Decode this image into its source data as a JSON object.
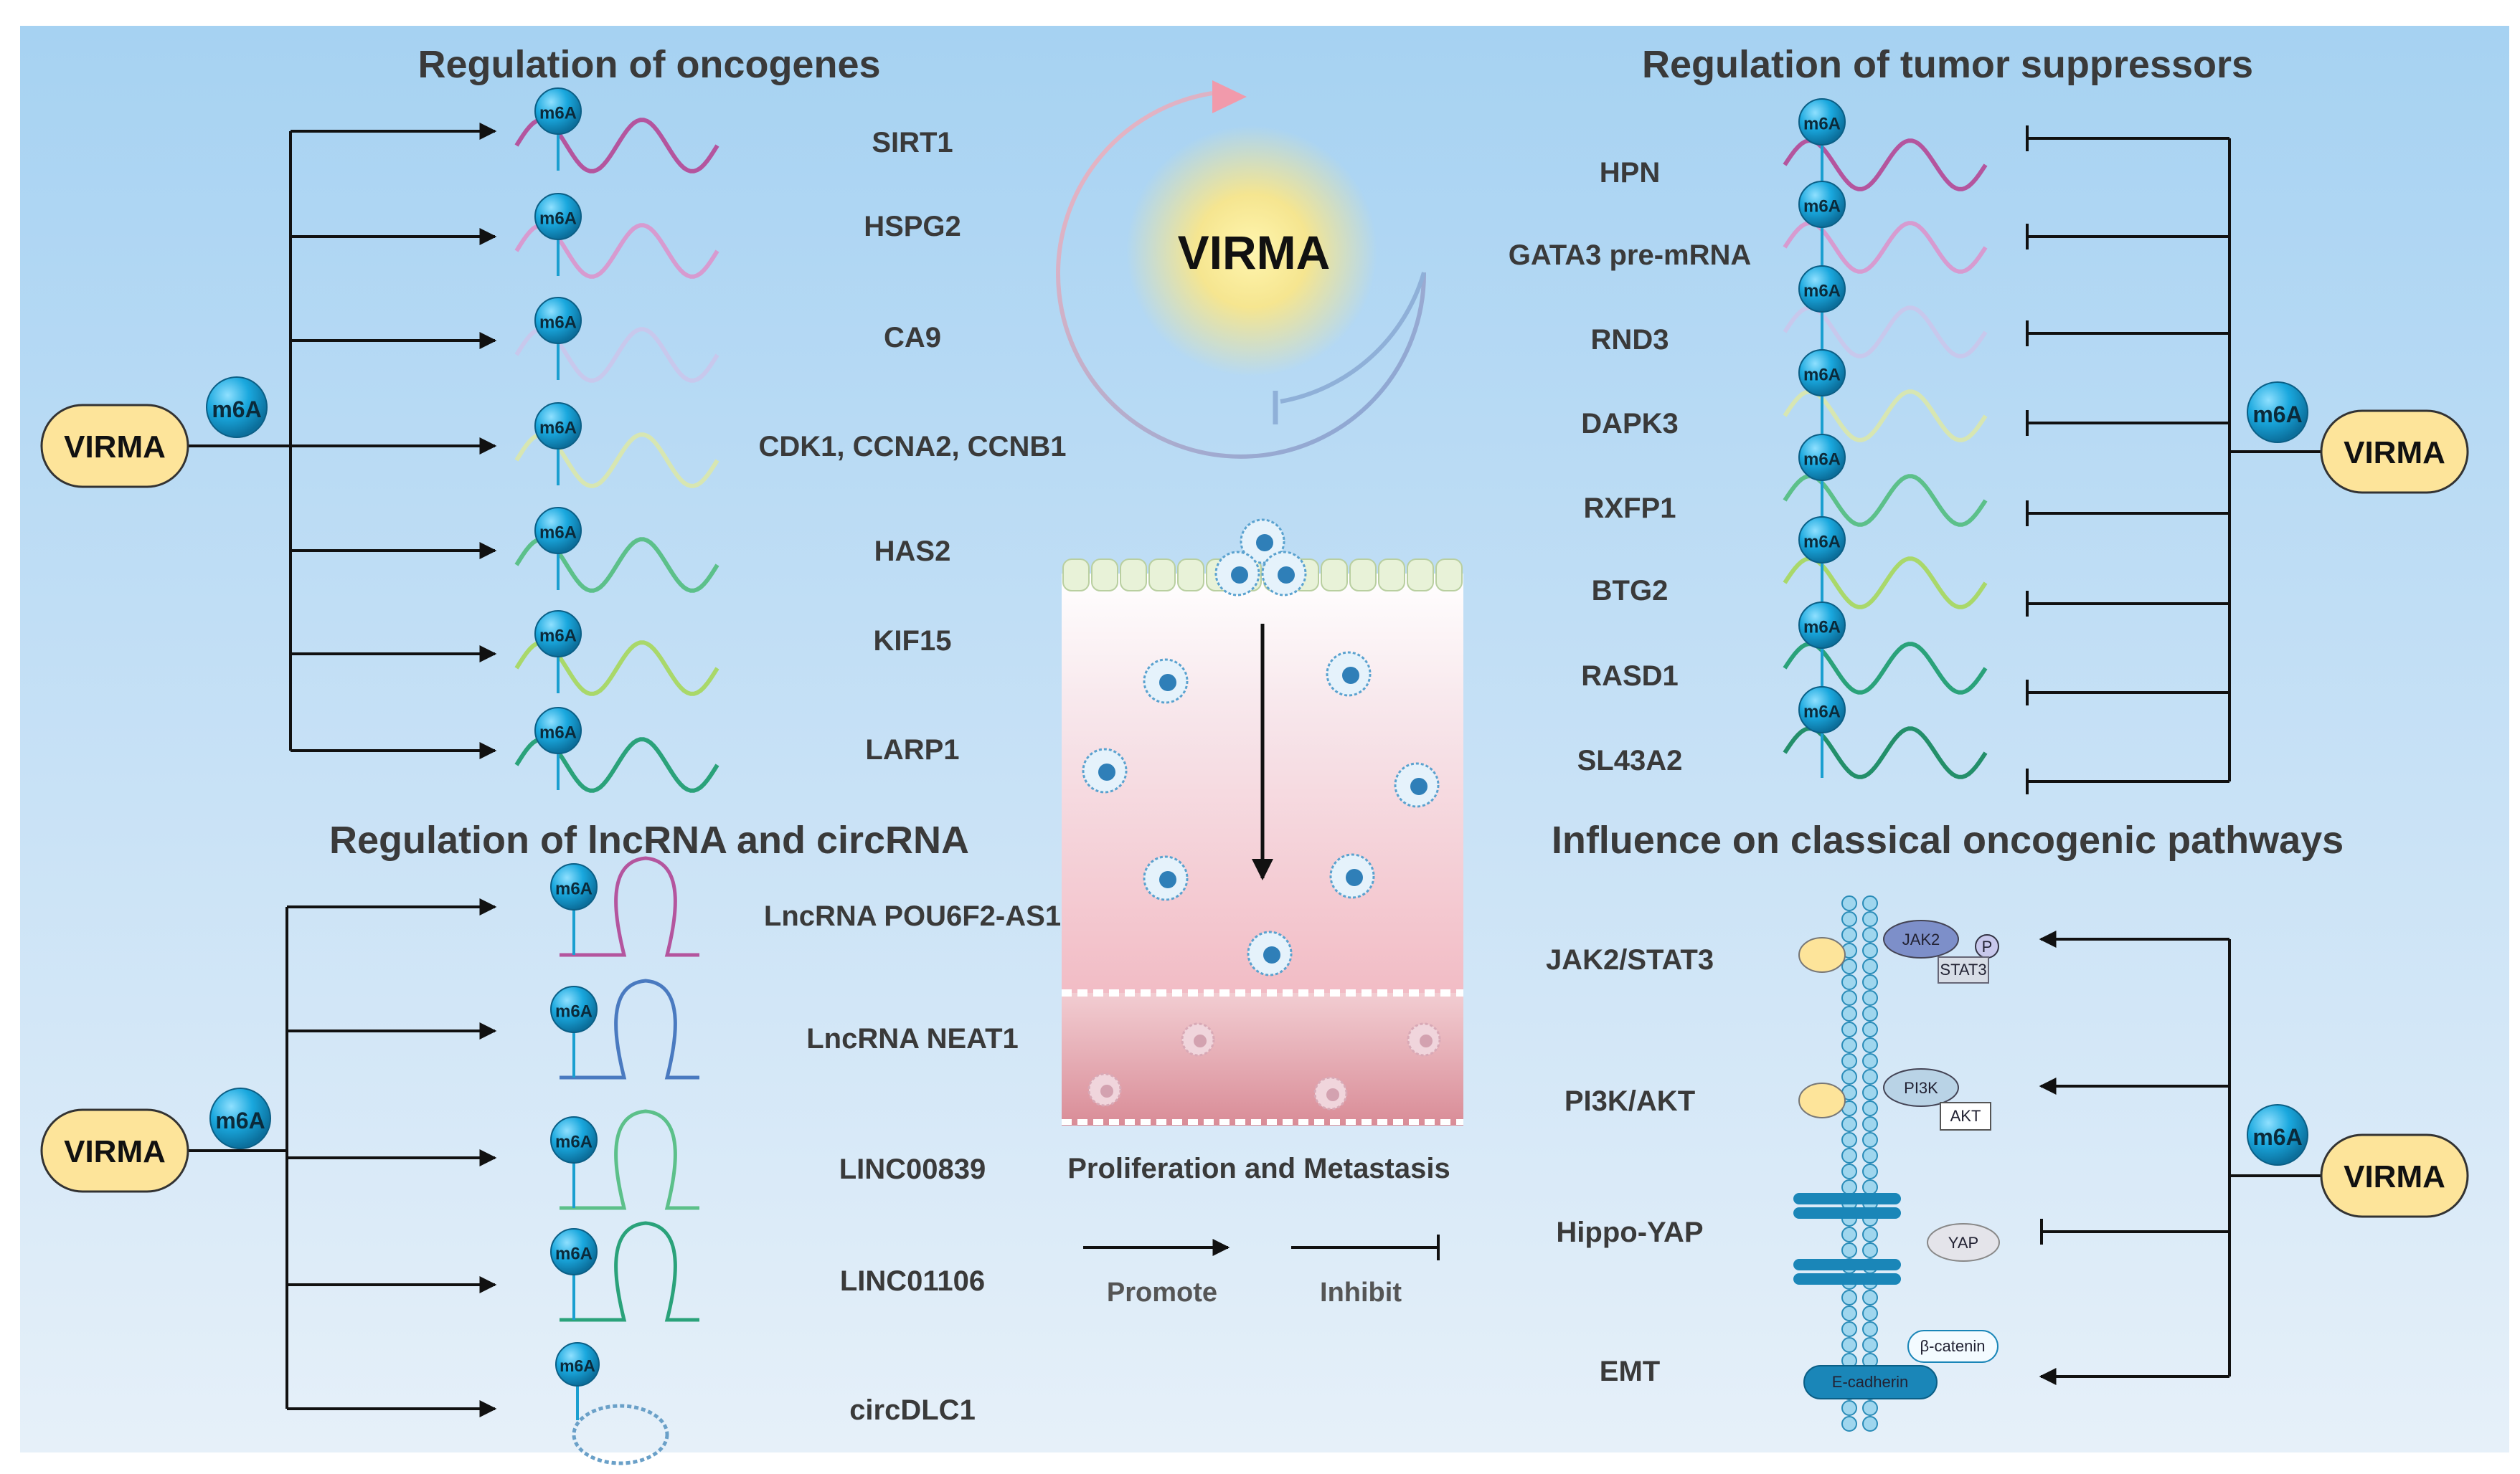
{
  "sections": {
    "oncogenes": {
      "title": "Regulation of oncogenes",
      "actor": "VIRMA",
      "mark": "m6A",
      "genes": [
        "SIRT1",
        "HSPG2",
        "CA9",
        "CDK1, CCNA2, CCNB1",
        "HAS2",
        "KIF15",
        "LARP1"
      ],
      "colors": [
        "#b4559e",
        "#d79bd0",
        "#c8c8ec",
        "#d7e6b2",
        "#5cc08a",
        "#a9d86a",
        "#2aa27a"
      ]
    },
    "suppressors": {
      "title": "Regulation of tumor suppressors",
      "actor": "VIRMA",
      "mark": "m6A",
      "genes": [
        "HPN",
        "GATA3 pre-mRNA",
        "RND3",
        "DAPK3",
        "RXFP1",
        "BTG2",
        "RASD1",
        "SL43A2"
      ],
      "colors": [
        "#b4559e",
        "#d79bd0",
        "#c8c8ec",
        "#d7e6b2",
        "#5cc08a",
        "#a9d86a",
        "#2aa27a",
        "#238f6a"
      ]
    },
    "lncrna": {
      "title": "Regulation of lncRNA and circRNA",
      "actor": "VIRMA",
      "mark": "m6A",
      "rnas": [
        "LncRNA POU6F2-AS1",
        "LncRNA NEAT1",
        "LINC00839",
        "LINC01106",
        "circDLC1"
      ],
      "colors": [
        "#b4559e",
        "#4a7ac0",
        "#5cc08a",
        "#2aa27a",
        "#6aa0c8"
      ]
    },
    "pathways": {
      "title": "Influence on classical oncogenic pathways",
      "actor": "VIRMA",
      "mark": "m6A",
      "items": [
        "JAK2/STAT3",
        "PI3K/AKT",
        "Hippo-YAP",
        "EMT"
      ],
      "proteins": {
        "jak2": "JAK2",
        "p": "P",
        "stat3": "STAT3",
        "pi3k": "PI3K",
        "akt": "AKT",
        "yap": "YAP",
        "bcatenin": "β-catenin",
        "ecadherin": "E-cadherin"
      }
    }
  },
  "center": {
    "title": "VIRMA",
    "caption": "Proliferation and Metastasis"
  },
  "legend": {
    "promote": "Promote",
    "inhibit": "Inhibit"
  },
  "colors": {
    "background_top": "#a9d3f3",
    "background_bottom": "#e3eef8",
    "pill": "#fde49a",
    "m6a_ball": "#1aa3d8",
    "arrow": "#111111"
  }
}
